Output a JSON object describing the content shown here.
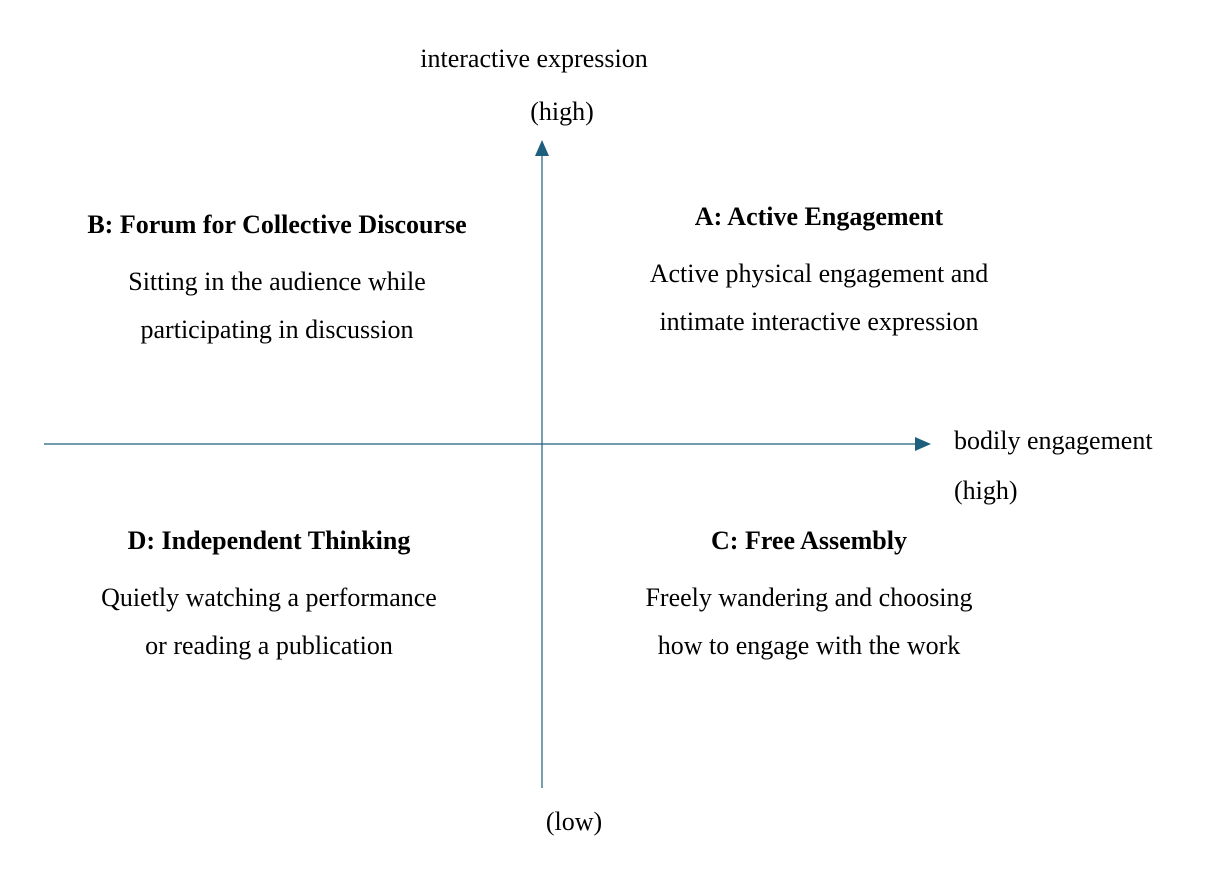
{
  "colors": {
    "axis": "#1f5f7e",
    "text": "#000000",
    "background": "#ffffff"
  },
  "y_axis": {
    "label": "interactive expression",
    "high_label": "(high)",
    "low_label": "(low)"
  },
  "x_axis": {
    "label": "bodily engagement",
    "high_label": "(high)"
  },
  "quadrants": {
    "a": {
      "title": "A: Active Engagement",
      "line1": "Active physical engagement and",
      "line2": "intimate interactive expression"
    },
    "b": {
      "title": "B: Forum for Collective Discourse",
      "line1": "Sitting in the audience while",
      "line2": "participating in discussion"
    },
    "c": {
      "title": "C: Free Assembly",
      "line1": "Freely wandering and choosing",
      "line2": "how to engage with the work"
    },
    "d": {
      "title": "D: Independent Thinking",
      "line1": "Quietly watching a performance",
      "line2": "or reading a publication"
    }
  }
}
